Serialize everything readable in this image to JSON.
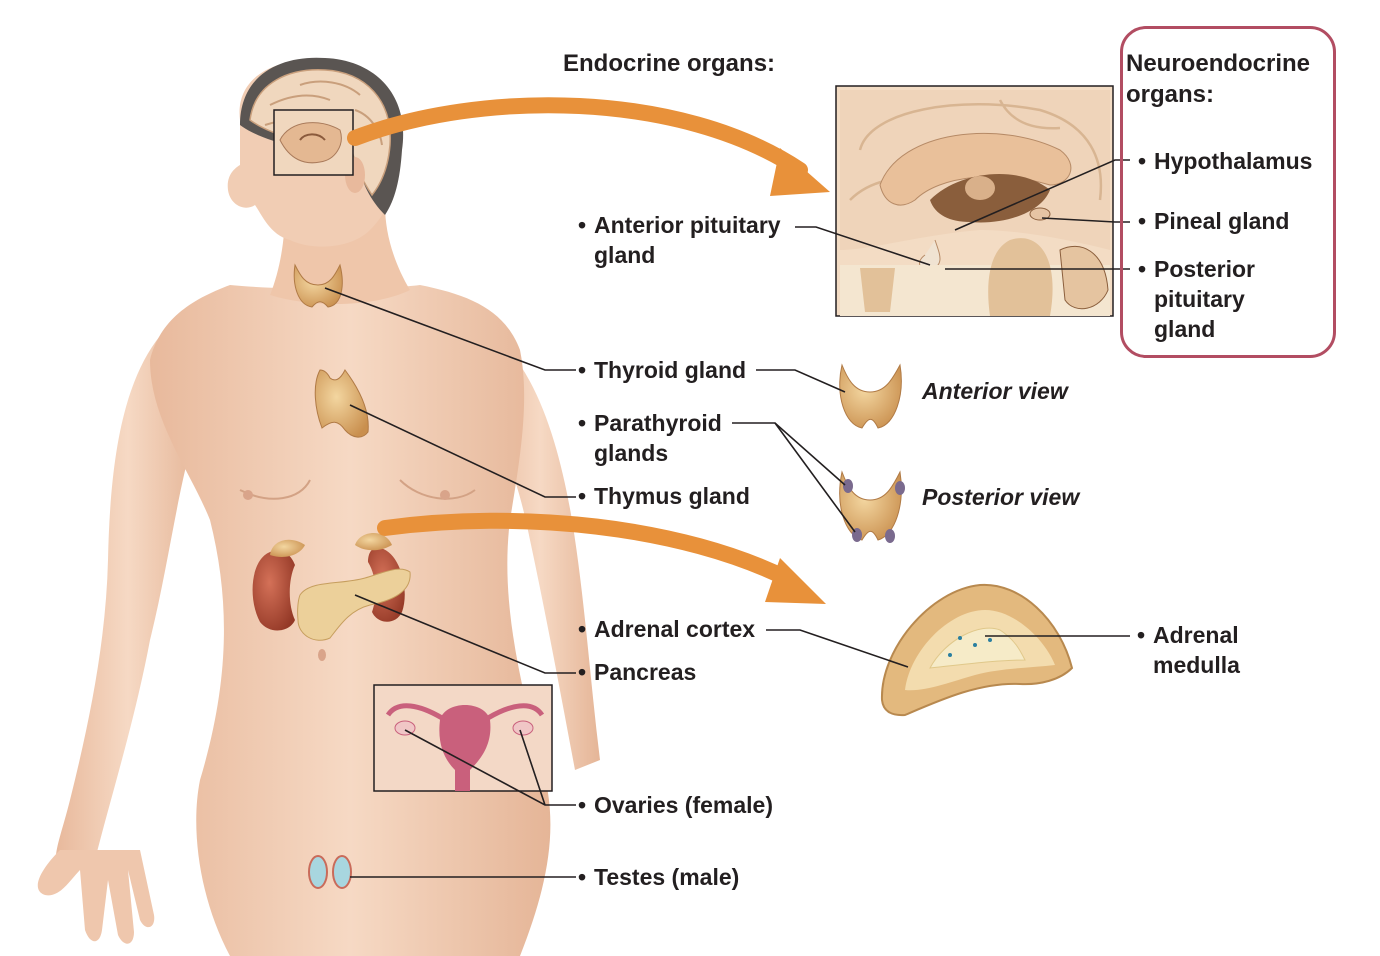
{
  "headings": {
    "endocrine": "Endocrine organs:",
    "neuroendocrine_line1": "Neuroendocrine",
    "neuroendocrine_line2": "organs:"
  },
  "bullet": "•",
  "labels": {
    "anterior_pituitary": [
      "Anterior pituitary",
      "gland"
    ],
    "hypothalamus": [
      "Hypothalamus"
    ],
    "pineal": [
      "Pineal gland"
    ],
    "posterior_pituitary": [
      "Posterior",
      "pituitary",
      "gland"
    ],
    "thyroid": [
      "Thyroid gland"
    ],
    "parathyroid": [
      "Parathyroid",
      "glands"
    ],
    "thymus": [
      "Thymus gland"
    ],
    "adrenal_cortex": [
      "Adrenal cortex"
    ],
    "adrenal_medulla": [
      "Adrenal",
      "medulla"
    ],
    "pancreas": [
      "Pancreas"
    ],
    "ovaries": [
      "Ovaries (female)"
    ],
    "testes": [
      "Testes (male)"
    ]
  },
  "views": {
    "anterior": "Anterior view",
    "posterior": "Posterior view"
  },
  "colors": {
    "skin": "#f2cdb3",
    "hair": "#5a5552",
    "brain": "#f0d7be",
    "gland": "#e6b97a",
    "kidney": "#b8503c",
    "uterus": "#c9607c",
    "arrow": "#e8913a",
    "neuro_border": "#b24d62",
    "leader": "#231f20"
  }
}
